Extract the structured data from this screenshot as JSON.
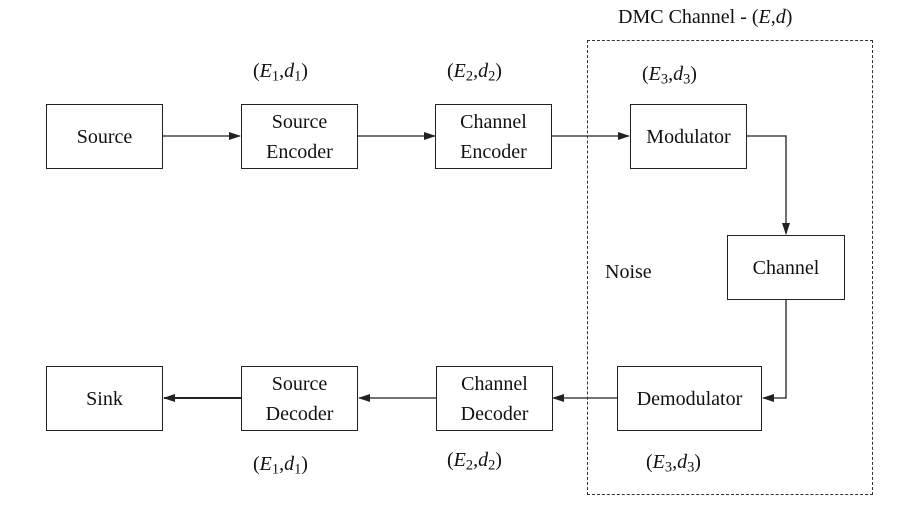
{
  "dmc_channel": {
    "prefix": "DMC Channel - (",
    "e": "E",
    "d": "d",
    "suffix": ")"
  },
  "noise_label": "Noise",
  "blocks": {
    "source": "Source",
    "source_encoder": "Source\nEncoder",
    "channel_encoder": "Channel\nEncoder",
    "modulator": "Modulator",
    "channel": "Channel",
    "demodulator": "Demodulator",
    "channel_decoder": "Channel\nDecoder",
    "source_decoder": "Source\nDecoder",
    "sink": "Sink"
  },
  "params": {
    "e": "E",
    "d": "d",
    "pair1": "1",
    "pair2": "2",
    "pair3": "3"
  }
}
